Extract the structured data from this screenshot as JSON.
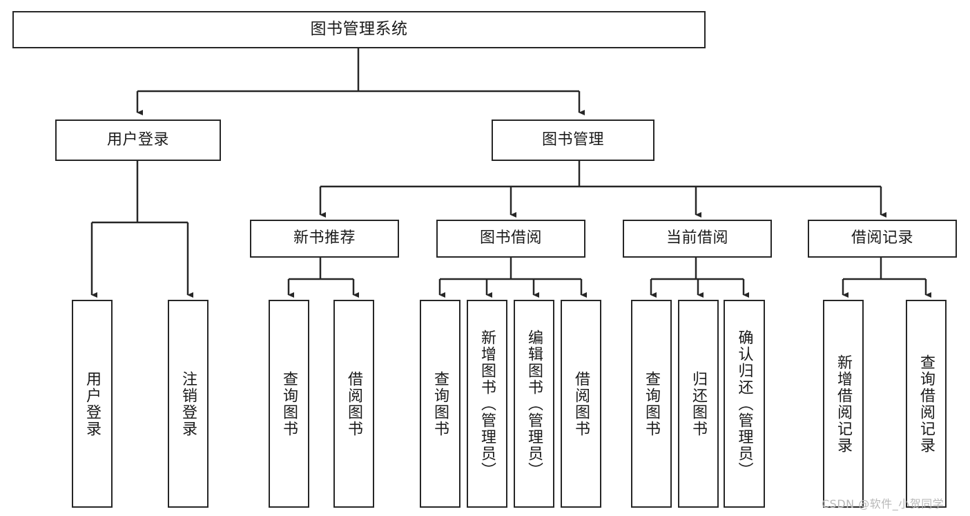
{
  "diagram": {
    "title": "图书管理系统",
    "type": "tree-hierarchy-chart",
    "watermark": "CSDN @软件_小贺同学",
    "colors": {
      "stroke": "#262626",
      "fill": "#ffffff",
      "text": "#1a1a1a",
      "watermark": "#b8b8b8"
    },
    "nodes": {
      "root": {
        "label": "图书管理系统"
      },
      "level2": [
        {
          "label": "用户登录"
        },
        {
          "label": "图书管理"
        }
      ],
      "level3": [
        {
          "label": "新书推荐"
        },
        {
          "label": "图书借阅"
        },
        {
          "label": "当前借阅"
        },
        {
          "label": "借阅记录"
        }
      ],
      "leaves": {
        "user_login": [
          {
            "label": "用户登录"
          },
          {
            "label": "注销登录"
          }
        ],
        "new_book": [
          {
            "label": "查询图书"
          },
          {
            "label": "借阅图书"
          }
        ],
        "book_borrow": [
          {
            "label": "查询图书"
          },
          {
            "label": "新增图书（管理员）"
          },
          {
            "label": "编辑图书（管理员）"
          },
          {
            "label": "借阅图书"
          }
        ],
        "current_borrow": [
          {
            "label": "查询图书"
          },
          {
            "label": "归还图书"
          },
          {
            "label": "确认归还（管理员）"
          }
        ],
        "borrow_record": [
          {
            "label": "新增借阅记录"
          },
          {
            "label": "查询借阅记录"
          }
        ]
      }
    }
  }
}
